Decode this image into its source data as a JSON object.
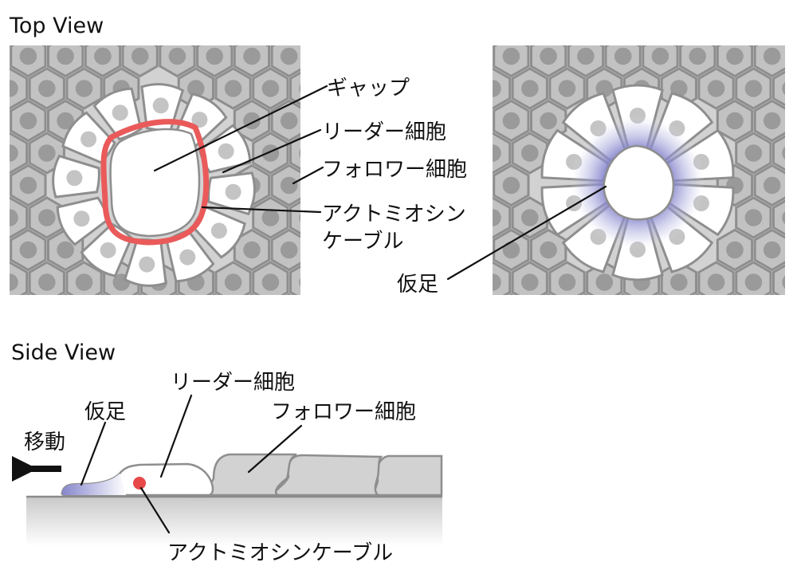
{
  "top_view": {
    "title": "Top View",
    "labels": {
      "gap": "ギャップ",
      "leader_cell": "リーダー細胞",
      "follower_cell": "フォロワー細胞",
      "actomyosin_line1": "アクトミオシン",
      "actomyosin_line2": "ケーブル",
      "lamellipodium": "仮足"
    }
  },
  "side_view": {
    "title": "Side View",
    "labels": {
      "leader_cell": "リーダー細胞",
      "follower_cell": "フォロワー細胞",
      "lamellipodium": "仮足",
      "migration": "移動",
      "actomyosin": "アクトミオシンケーブル"
    }
  },
  "colors": {
    "actomyosin": "#ea5a5a",
    "lamellipodium": "#8c8ccc",
    "tissue": "#c2c2c2",
    "cell_outline": "#8e8e8e"
  }
}
